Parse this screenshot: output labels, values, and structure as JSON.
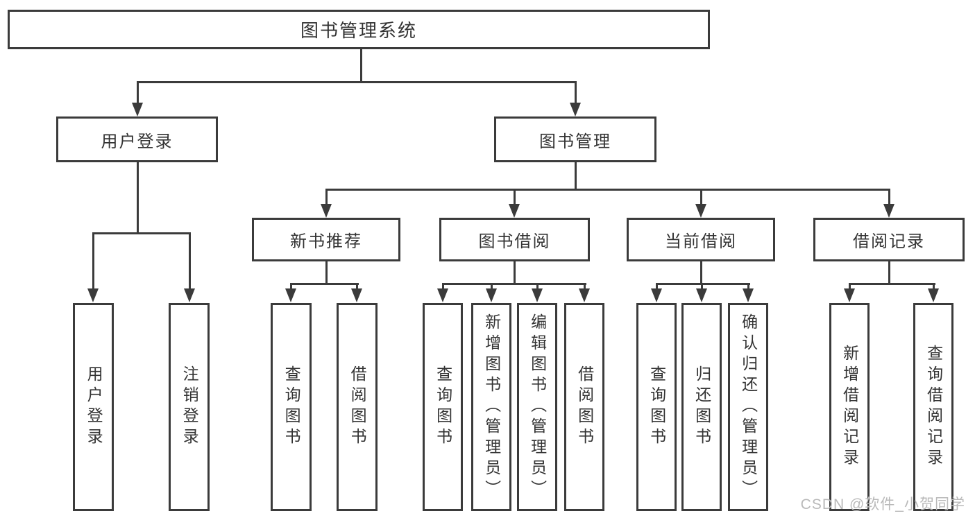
{
  "diagram_title": "图书管理系统",
  "hierarchy": {
    "label": "图书管理系统",
    "children": [
      {
        "label": "用户登录",
        "children": [
          {
            "label": "用户登录"
          },
          {
            "label": "注销登录"
          }
        ]
      },
      {
        "label": "图书管理",
        "children": [
          {
            "label": "新书推荐",
            "children": [
              {
                "label": "查询图书"
              },
              {
                "label": "借阅图书"
              }
            ]
          },
          {
            "label": "图书借阅",
            "children": [
              {
                "label": "查询图书"
              },
              {
                "label": "新增图书（管理员）"
              },
              {
                "label": "编辑图书（管理员）"
              },
              {
                "label": "借阅图书"
              }
            ]
          },
          {
            "label": "当前借阅",
            "children": [
              {
                "label": "查询图书"
              },
              {
                "label": "归还图书"
              },
              {
                "label": "确认归还（管理员）"
              }
            ]
          },
          {
            "label": "借阅记录",
            "children": [
              {
                "label": "新增借阅记录"
              },
              {
                "label": "查询借阅记录"
              }
            ]
          }
        ]
      }
    ]
  },
  "watermark": {
    "text": "CSDN @软件_小贺同学"
  },
  "colors": {
    "line": "#3b3b3b",
    "text": "#333333",
    "watermark": "#b9b9b9",
    "background": "#ffffff"
  }
}
